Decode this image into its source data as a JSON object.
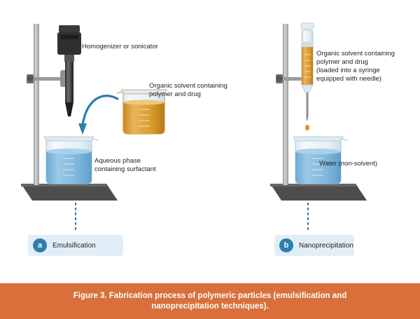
{
  "figure": {
    "caption": "Figure 3. Fabrication process of polymeric particles (emulsification and\nnanoprecipitation techniques).",
    "caption_bg": "#d9703b",
    "caption_color": "#ffffff"
  },
  "colors": {
    "accent_blue": "#2e7fad",
    "callout_bg": "#e2eef7",
    "aqueous_liquid": "#7fb8dd",
    "organic_liquid": "#d9972f",
    "beaker_glass": "#e9f2f7",
    "stand_base": "#4d4d4d",
    "stand_rod": "#b3b3b3",
    "text": "#231f20"
  },
  "panels": [
    {
      "id": "a",
      "badge": "a",
      "callout_label": "Emulsification",
      "labels": {
        "instrument": "Homogenizer or sonicator",
        "organic": "Organic solvent containing\npolymer and drug",
        "aqueous": "Aqueous phase\ncontaining surfactant"
      },
      "beaker_main_contents": "aqueous phase",
      "beaker_side_contents": "organic solvent",
      "arrow": "curved-pour-arrow"
    },
    {
      "id": "b",
      "badge": "b",
      "callout_label": "Nanoprecipitation",
      "labels": {
        "organic": "Organic solvent containing\npolymer and drug\n(loaded into a syringe\nequipped with needle)",
        "water": "Water (non-solvent)"
      },
      "beaker_main_contents": "water (non-solvent)",
      "instrument": "syringe with needle",
      "drip": "droplet"
    }
  ]
}
